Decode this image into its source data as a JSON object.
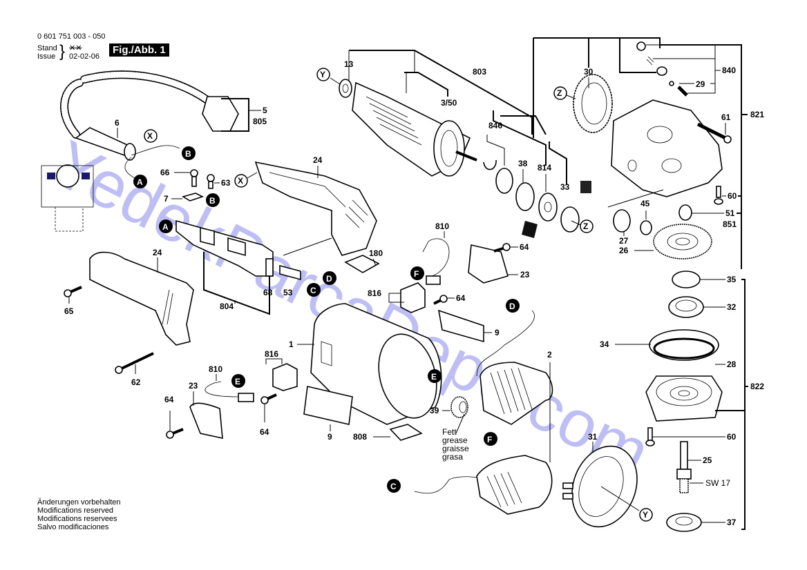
{
  "header": {
    "part_number": "0 601 751 003 - 050",
    "stand_label": "Stand",
    "issue_label": "Issue",
    "issue_date": "02-02-06",
    "figure_label": "Fig./Abb. 1"
  },
  "footer": {
    "lines": [
      "Änderungen vorbehalten",
      "Modifications reserved",
      "Modifications reservees",
      "Salvo modificaciones"
    ]
  },
  "watermark": "YedekParcaDepo.com",
  "grease_note": [
    "Fett",
    "grease",
    "graisse",
    "grasa"
  ],
  "sw_note": "SW 17",
  "callouts": {
    "p13": "13",
    "p803": "803",
    "p3_50": "3/50",
    "p846": "846",
    "p38": "38",
    "p814": "814",
    "p33": "33",
    "p30": "30",
    "p840": "840",
    "p29": "29",
    "p821": "821",
    "p61": "61",
    "p60a": "60",
    "p51": "51",
    "p851": "851",
    "p45": "45",
    "p27": "27",
    "p26": "26",
    "p35": "35",
    "p32": "32",
    "p34": "34",
    "p28": "28",
    "p822": "822",
    "p60b": "60",
    "p25": "25",
    "p37": "37",
    "p31": "31",
    "p2": "2",
    "p5": "5",
    "p805": "805",
    "p6": "6",
    "p66": "66",
    "p63": "63",
    "p7": "7",
    "p24a": "24",
    "p24b": "24",
    "p65": "65",
    "p62": "62",
    "p804": "804",
    "p68": "68",
    "p53": "53",
    "p180": "180",
    "p810a": "810",
    "p64a": "64",
    "p23a": "23",
    "p816a": "816",
    "p64b": "64",
    "p9a": "9",
    "p1": "1",
    "p816b": "816",
    "p810b": "810",
    "p23b": "23",
    "p64c": "64",
    "p64d": "64",
    "p9b": "9",
    "p808": "808",
    "p39": "39"
  },
  "connectors": {
    "X": "X",
    "Y": "Y",
    "Z": "Z",
    "A": "A",
    "B": "B",
    "C": "C",
    "D": "D",
    "E": "E",
    "F": "F"
  }
}
